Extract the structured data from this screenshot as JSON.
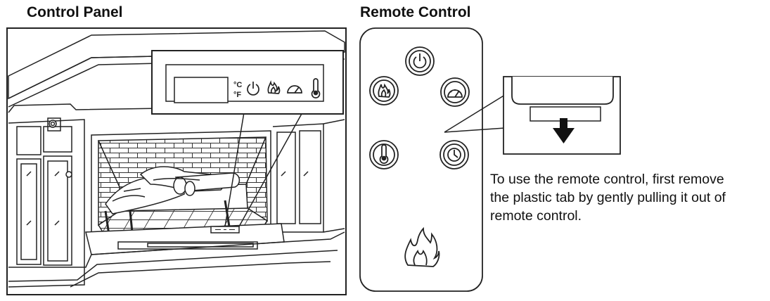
{
  "control_panel": {
    "title": "Control Panel",
    "display_unit_c": "°C",
    "display_unit_f": "°F",
    "icons": [
      "power-icon",
      "flame-icon",
      "speed-gauge-icon",
      "thermometer-icon"
    ]
  },
  "remote_control": {
    "title": "Remote Control",
    "buttons": [
      "power-button",
      "flame-button",
      "speed-button",
      "thermometer-button",
      "timer-button",
      "flame-effect-button"
    ]
  },
  "instructions": {
    "line1": "To use the remote control, first remove",
    "line2": "the plastic tab by gently pulling it out of",
    "line3": "remote control."
  },
  "colors": {
    "line": "#222222",
    "fill": "#ffffff"
  }
}
